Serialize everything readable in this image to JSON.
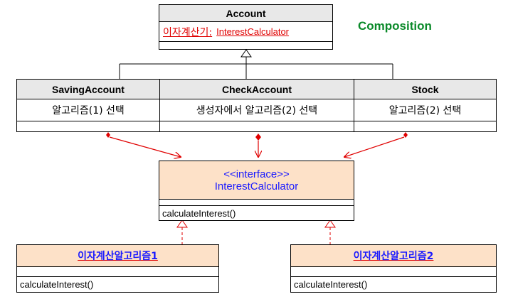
{
  "account": {
    "name": "Account",
    "attr_label": "이자계산기:",
    "attr_type": "InterestCalculator"
  },
  "composition_label": "Composition",
  "saving": {
    "name": "SavingAccount",
    "attr": "알고리즘(1) 선택"
  },
  "check": {
    "name": "CheckAccount",
    "attr": "생성자에서 알고리즘(2) 선택"
  },
  "stock": {
    "name": "Stock",
    "attr": "알고리즘(2) 선택"
  },
  "interface": {
    "stereotype": "<<interface>>",
    "name": "InterestCalculator",
    "operation": "calculateInterest()"
  },
  "algo1": {
    "name": "이자계산알고리즘1",
    "operation": "calculateInterest()"
  },
  "algo2": {
    "name": "이자계산알고리즘2",
    "operation": "calculateInterest()"
  },
  "colors": {
    "composition": "#0b8a2a",
    "arrow": "#e00000",
    "interface_fill": "#fde1c8",
    "header_fill": "#e8e8e8"
  }
}
